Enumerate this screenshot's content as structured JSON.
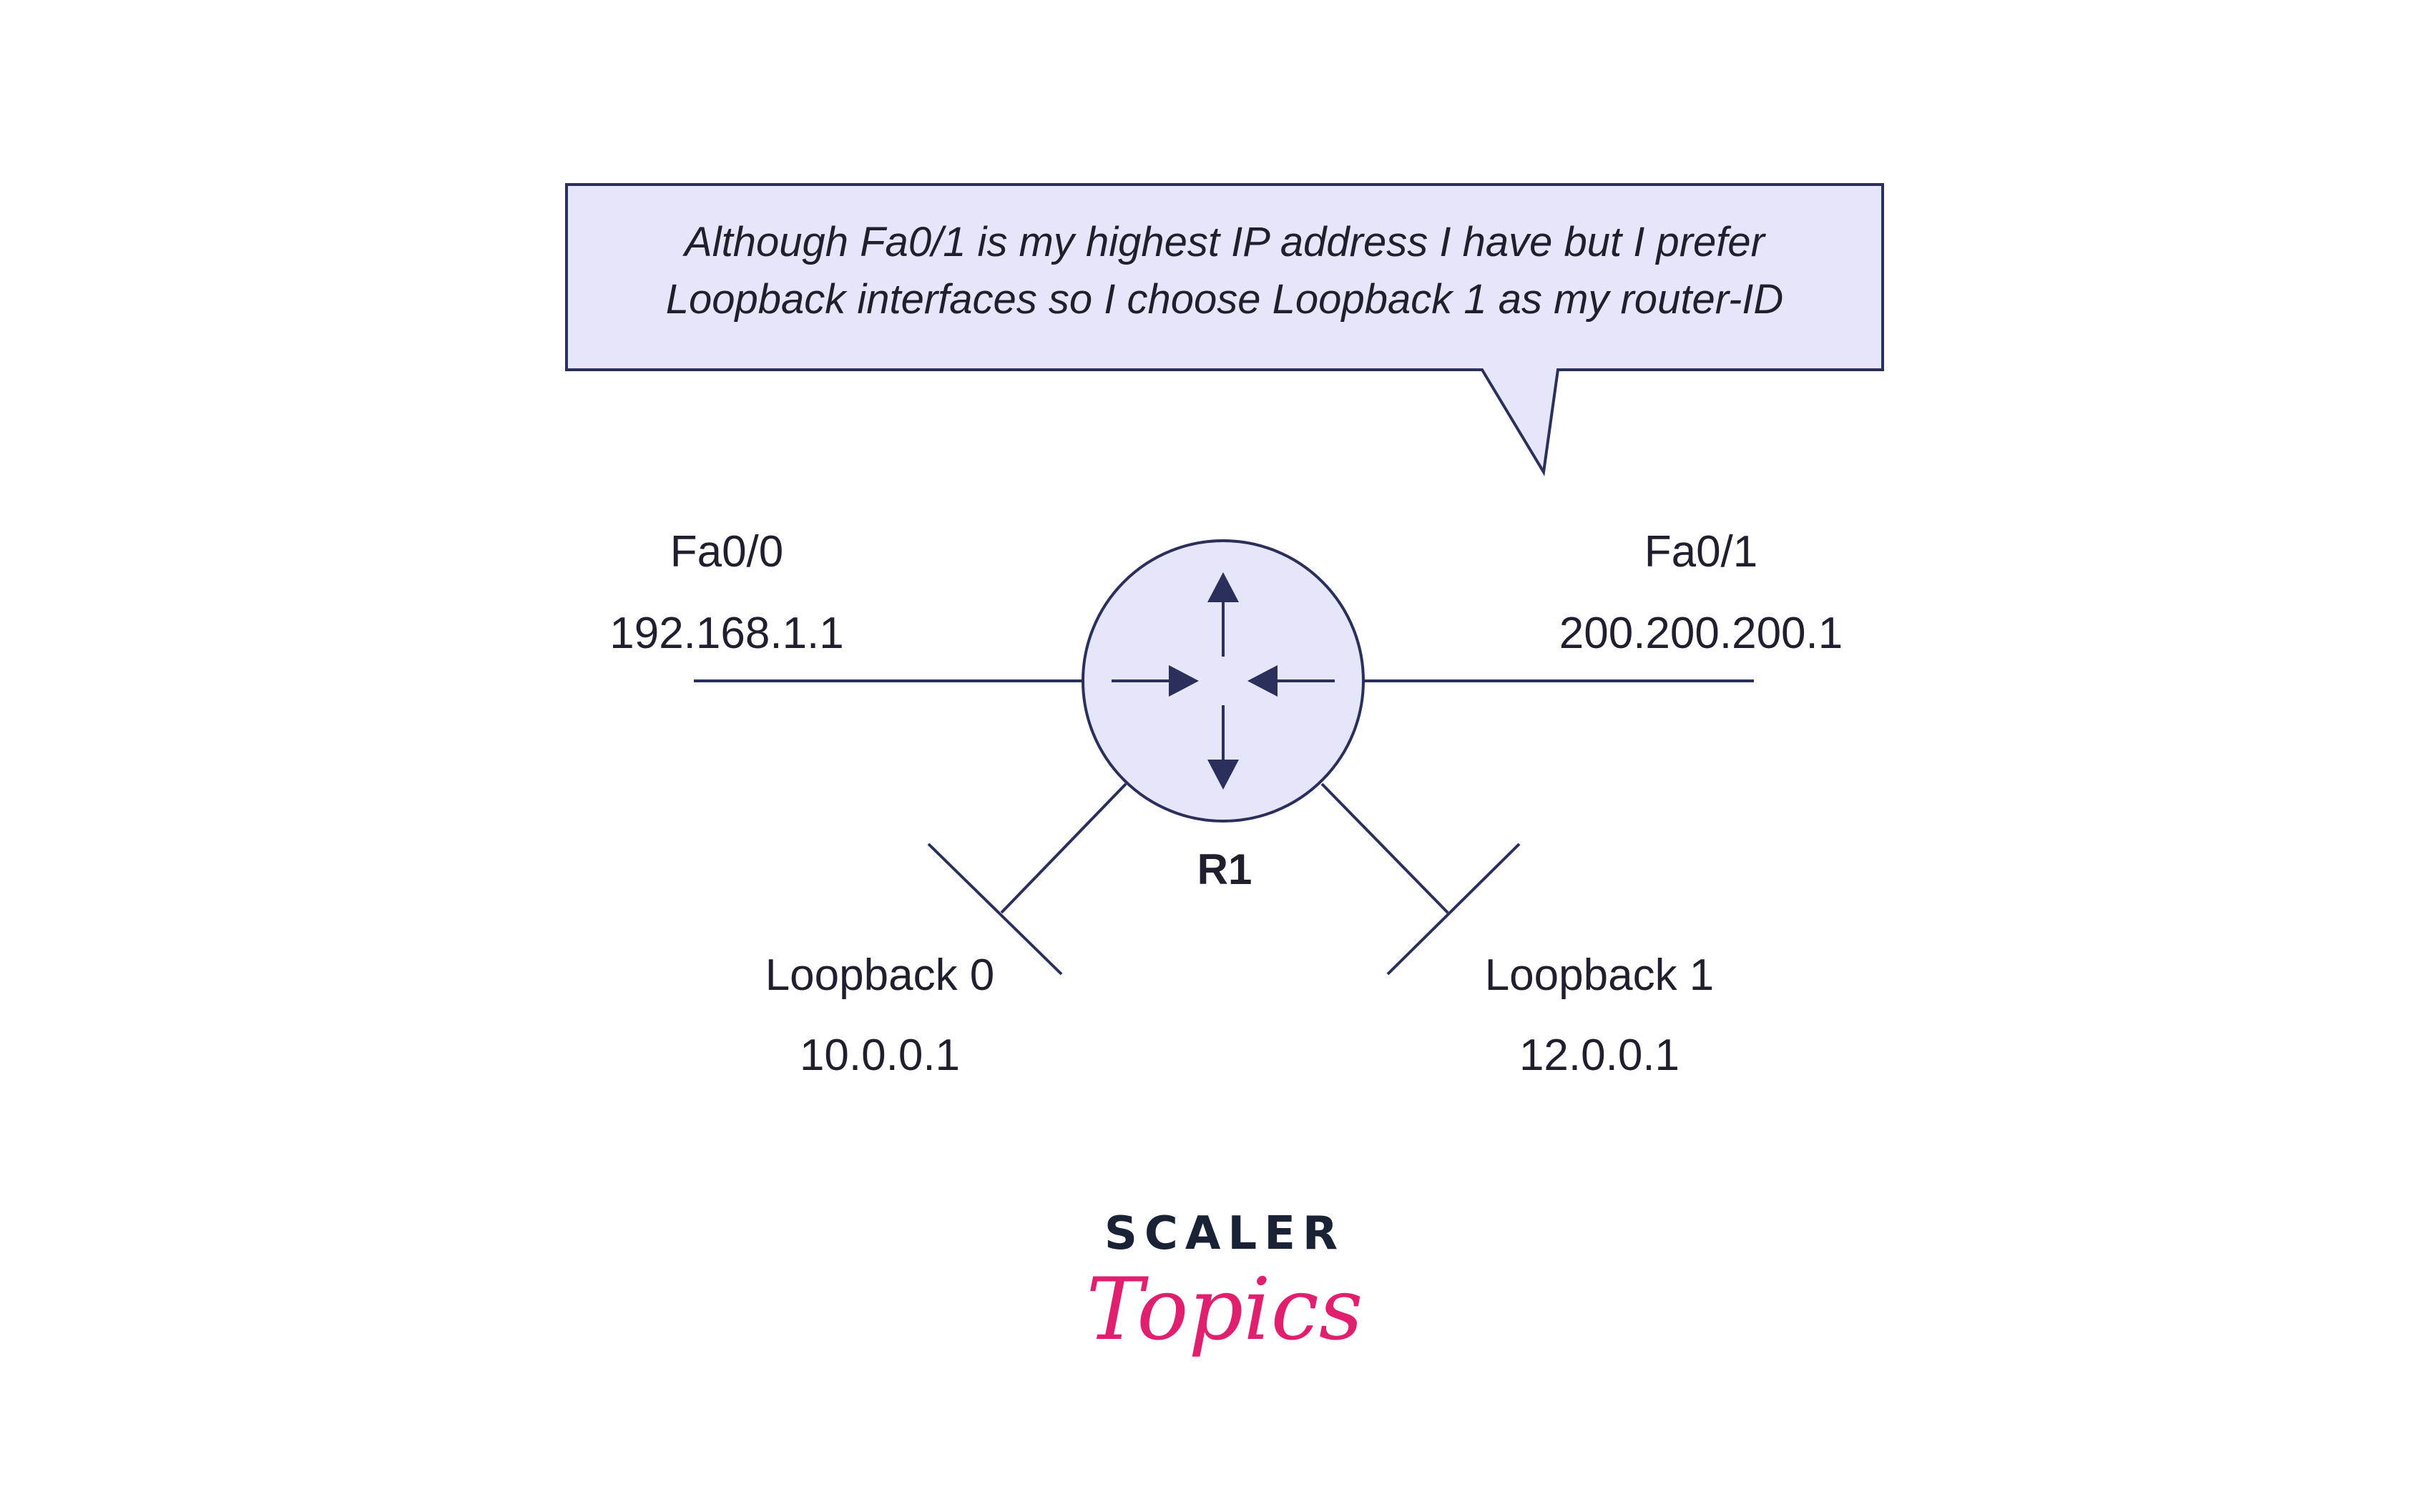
{
  "callout": {
    "line1": "Although Fa0/1 is my highest IP address I have but I prefer",
    "line2": "Loopback interfaces so I choose Loopback 1 as my router-ID"
  },
  "router": {
    "name": "R1"
  },
  "interfaces": {
    "fa00": {
      "name": "Fa0/0",
      "ip": "192.168.1.1"
    },
    "fa01": {
      "name": "Fa0/1",
      "ip": "200.200.200.1"
    },
    "lo0": {
      "name": "Loopback 0",
      "ip": "10.0.0.1"
    },
    "lo1": {
      "name": "Loopback 1",
      "ip": "12.0.0.1"
    }
  },
  "brand": {
    "top": "SCALER",
    "bottom": "Topics"
  },
  "colors": {
    "stroke": "#2b2f5c",
    "fill": "#e6e6fa",
    "text": "#1f1f2e",
    "brand_dark": "#1a2236",
    "brand_pink": "#e0206f"
  }
}
